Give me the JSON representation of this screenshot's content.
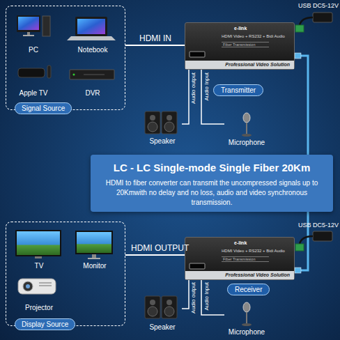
{
  "diagram": {
    "nodes": [
      {
        "text": [
          "Signal Source"
        ]
      },
      {
        "text": [
          "PC"
        ],
        "in": 0
      },
      {
        "text": [
          "Notebook"
        ],
        "in": 0
      },
      {
        "text": [
          "Apple TV"
        ],
        "in": 0
      },
      {
        "text": [
          "DVR"
        ],
        "in": 0
      },
      {
        "text": [
          "e-link",
          "HDMI Video + RS232 + Bidi Audio",
          "Fiber Transmission",
          "Professional Video Solution",
          "Transmitter"
        ]
      },
      {
        "text": [
          "Speaker"
        ]
      },
      {
        "text": [
          "Microphone"
        ]
      },
      {
        "text": [
          "LC - LC Single-mode Single Fiber 20Km",
          "HDMI to fiber converter can transmit the uncompressed signals up to 20Kmwith no delay and no loss, audio and video synchronous transmission."
        ]
      },
      {
        "text": [
          "Display Source"
        ]
      },
      {
        "text": [
          "TV"
        ],
        "in": 9
      },
      {
        "text": [
          "Monitor"
        ],
        "in": 9
      },
      {
        "text": [
          "Projector"
        ],
        "in": 9
      },
      {
        "text": [
          "e-link",
          "HDMI Video + RS232 + Bidi Audio",
          "Fiber Transmission",
          "Professional Video Solution",
          "Receiver"
        ]
      },
      {
        "text": [
          "Speaker"
        ]
      },
      {
        "text": [
          "Microphone"
        ]
      }
    ],
    "edges": [
      {
        "from": 0,
        "to": 5,
        "label": "HDMI IN",
        "arrow": "none"
      },
      {
        "from": 5,
        "to": 6,
        "label": "Audio output",
        "arrow": "none"
      },
      {
        "from": 7,
        "to": 5,
        "label": "Audio Input",
        "arrow": "none"
      },
      {
        "from": 5,
        "to": 13,
        "arrow": "none"
      },
      {
        "from": 13,
        "to": 9,
        "label": "HDMI OUTPUT",
        "arrow": "none"
      },
      {
        "from": 13,
        "to": 14,
        "label": "Audio output",
        "arrow": "none"
      },
      {
        "from": 15,
        "to": 13,
        "label": "Audio Input",
        "arrow": "none"
      }
    ],
    "labels": [
      "USB DC5-12V",
      "USB DC5-12V"
    ]
  }
}
